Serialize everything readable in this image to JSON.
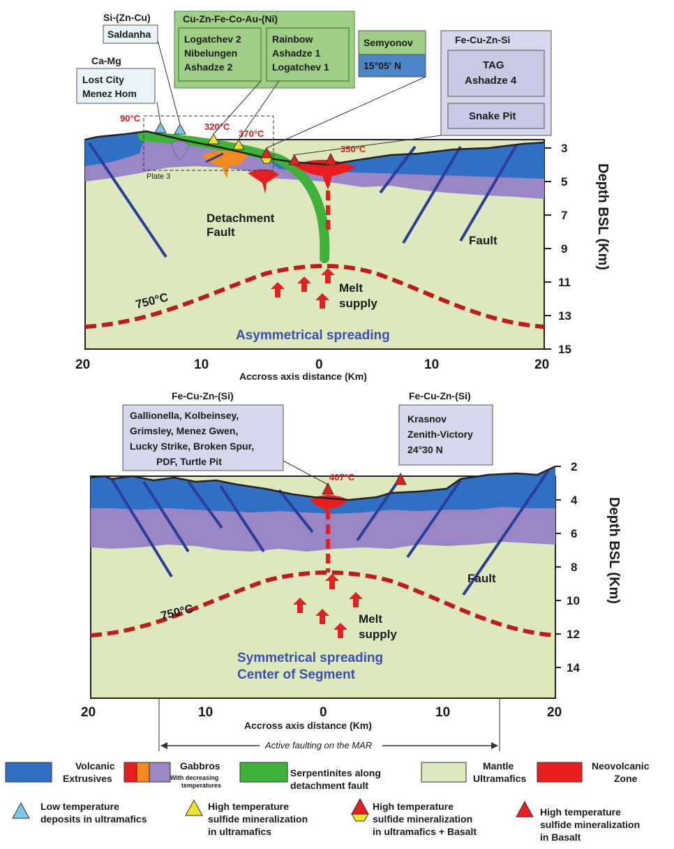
{
  "top": {
    "group_labels": {
      "ca_mg": "Ca-Mg",
      "si_zn_cu": "Si-(Zn-Cu)",
      "cu_zn": "Cu-Zn-Fe-Co-Au-(Ni)",
      "fe_cu_zn_si": "Fe-Cu-Zn-Si"
    },
    "boxes": {
      "lost_city": [
        "Lost City",
        "Menez Hom"
      ],
      "saldanha": [
        "Saldanha"
      ],
      "logatchev2": [
        "Logatchev 2",
        "Nibelungen",
        "Ashadze 2"
      ],
      "rainbow": [
        "Rainbow",
        "Ashadze 1",
        "Logatchev 1"
      ],
      "semyonov": "Semyonov",
      "lat_15": "15°05' N",
      "tag": [
        "TAG",
        "Ashadze 4"
      ],
      "snake_pit": "Snake Pit"
    },
    "temps": {
      "t90": "90°C",
      "t320": "320°C",
      "t370": "370°C",
      "t350": "350°C",
      "t750": "750°C"
    },
    "plate_label": "Plate 3",
    "detachment": [
      "Detachment",
      "Fault"
    ],
    "fault": "Fault",
    "melt": [
      "Melt",
      "supply"
    ],
    "spreading": "Asymmetrical spreading",
    "depth_title": "Depth BSL (Km)",
    "depth_ticks": [
      "3",
      "5",
      "7",
      "9",
      "11",
      "13",
      "15"
    ],
    "x_ticks": [
      "20",
      "10",
      "0",
      "10",
      "20"
    ],
    "x_title": "Accross axis distance (Km)"
  },
  "bottom": {
    "group_labels": {
      "left": "Fe-Cu-Zn-(Si)",
      "right": "Fe-Cu-Zn-(Si)"
    },
    "boxes": {
      "gallionella": [
        "Gallionella, Kolbeinsey,",
        "Grimsley, Menez Gwen,",
        "Lucky Strike, Broken Spur,",
        "PDF, Turtle Pit"
      ],
      "krasnov": [
        "Krasnov",
        "Zenith-Victory",
        "24°30 N"
      ]
    },
    "temps": {
      "t407": "407°C",
      "t750": "750°C"
    },
    "fault": "Fault",
    "melt": [
      "Melt",
      "supply"
    ],
    "spreading": [
      "Symmetrical spreading",
      "Center of Segment"
    ],
    "depth_title": "Depth BSL (Km)",
    "depth_ticks": [
      "2",
      "4",
      "6",
      "8",
      "10",
      "12",
      "14"
    ],
    "x_ticks": [
      "20",
      "10",
      "0",
      "10",
      "20"
    ],
    "x_title": "Accross axis distance (Km)",
    "active_faulting": "Active faulting on the MAR"
  },
  "legend": {
    "volcanic": [
      "Volcanic",
      "Extrusives"
    ],
    "gabbros": "Gabbros",
    "gabbros_sub": [
      "With decreasing",
      "temperatures"
    ],
    "serpentinites": [
      "Serpentinites along",
      "detachment fault"
    ],
    "mantle": [
      "Mantle",
      "Ultramafics"
    ],
    "neovolcanic": [
      "Neovolcanic",
      "Zone"
    ],
    "low_temp": [
      "Low temperature",
      "deposits in ultramafics"
    ],
    "high_temp_ultra": [
      "High temperature",
      "sulfide mineralization",
      "in ultramafics"
    ],
    "high_temp_both": [
      "High temperature",
      "sulfide mineralization",
      "in ultramafics + Basalt"
    ],
    "high_temp_basalt": [
      "High temperature",
      "sulfide mineralization",
      "in  Basalt"
    ]
  },
  "colors": {
    "volcanic": "#2f6fc4",
    "gabbro": "#9a86c4",
    "mantle": "#dde8bd",
    "serpentinite": "#3fb23a",
    "neovolcanic": "#e81e1e",
    "box_green": "#9fcf86",
    "box_lavender": "#d6d6ec",
    "box_lightblue": "#e8f4f8"
  }
}
